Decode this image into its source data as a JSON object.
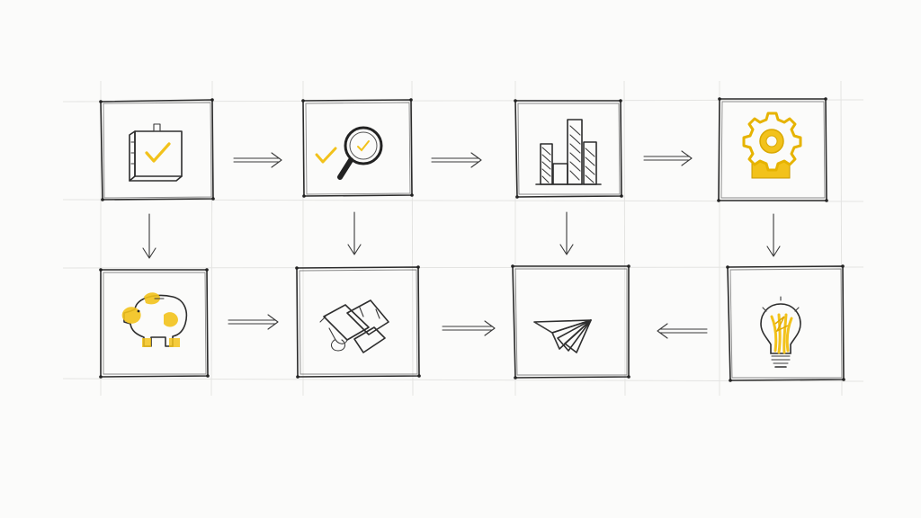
{
  "diagram": {
    "nodes": [
      {
        "id": "n1",
        "icon": "package-checkmark-icon"
      },
      {
        "id": "n2",
        "icon": "magnifier-checkmark-icon"
      },
      {
        "id": "n3",
        "icon": "bar-chart-icon"
      },
      {
        "id": "n4",
        "icon": "gear-icon"
      },
      {
        "id": "n5",
        "icon": "piggy-bank-icon"
      },
      {
        "id": "n6",
        "icon": "folded-papers-icon"
      },
      {
        "id": "n7",
        "icon": "paper-airplane-icon"
      },
      {
        "id": "n8",
        "icon": "light-bulb-icon"
      }
    ],
    "edges": [
      {
        "from": "n1",
        "to": "n2"
      },
      {
        "from": "n2",
        "to": "n3"
      },
      {
        "from": "n3",
        "to": "n4"
      },
      {
        "from": "n1",
        "to": "n5"
      },
      {
        "from": "n2",
        "to": "n6"
      },
      {
        "from": "n3",
        "to": "n7"
      },
      {
        "from": "n4",
        "to": "n8"
      },
      {
        "from": "n5",
        "to": "n6"
      },
      {
        "from": "n6",
        "to": "n7"
      },
      {
        "from": "n8",
        "to": "n7"
      }
    ]
  },
  "colors": {
    "accent": "#f2c21b",
    "ink": "#2e2e2e",
    "paper": "#fbfbfa"
  }
}
